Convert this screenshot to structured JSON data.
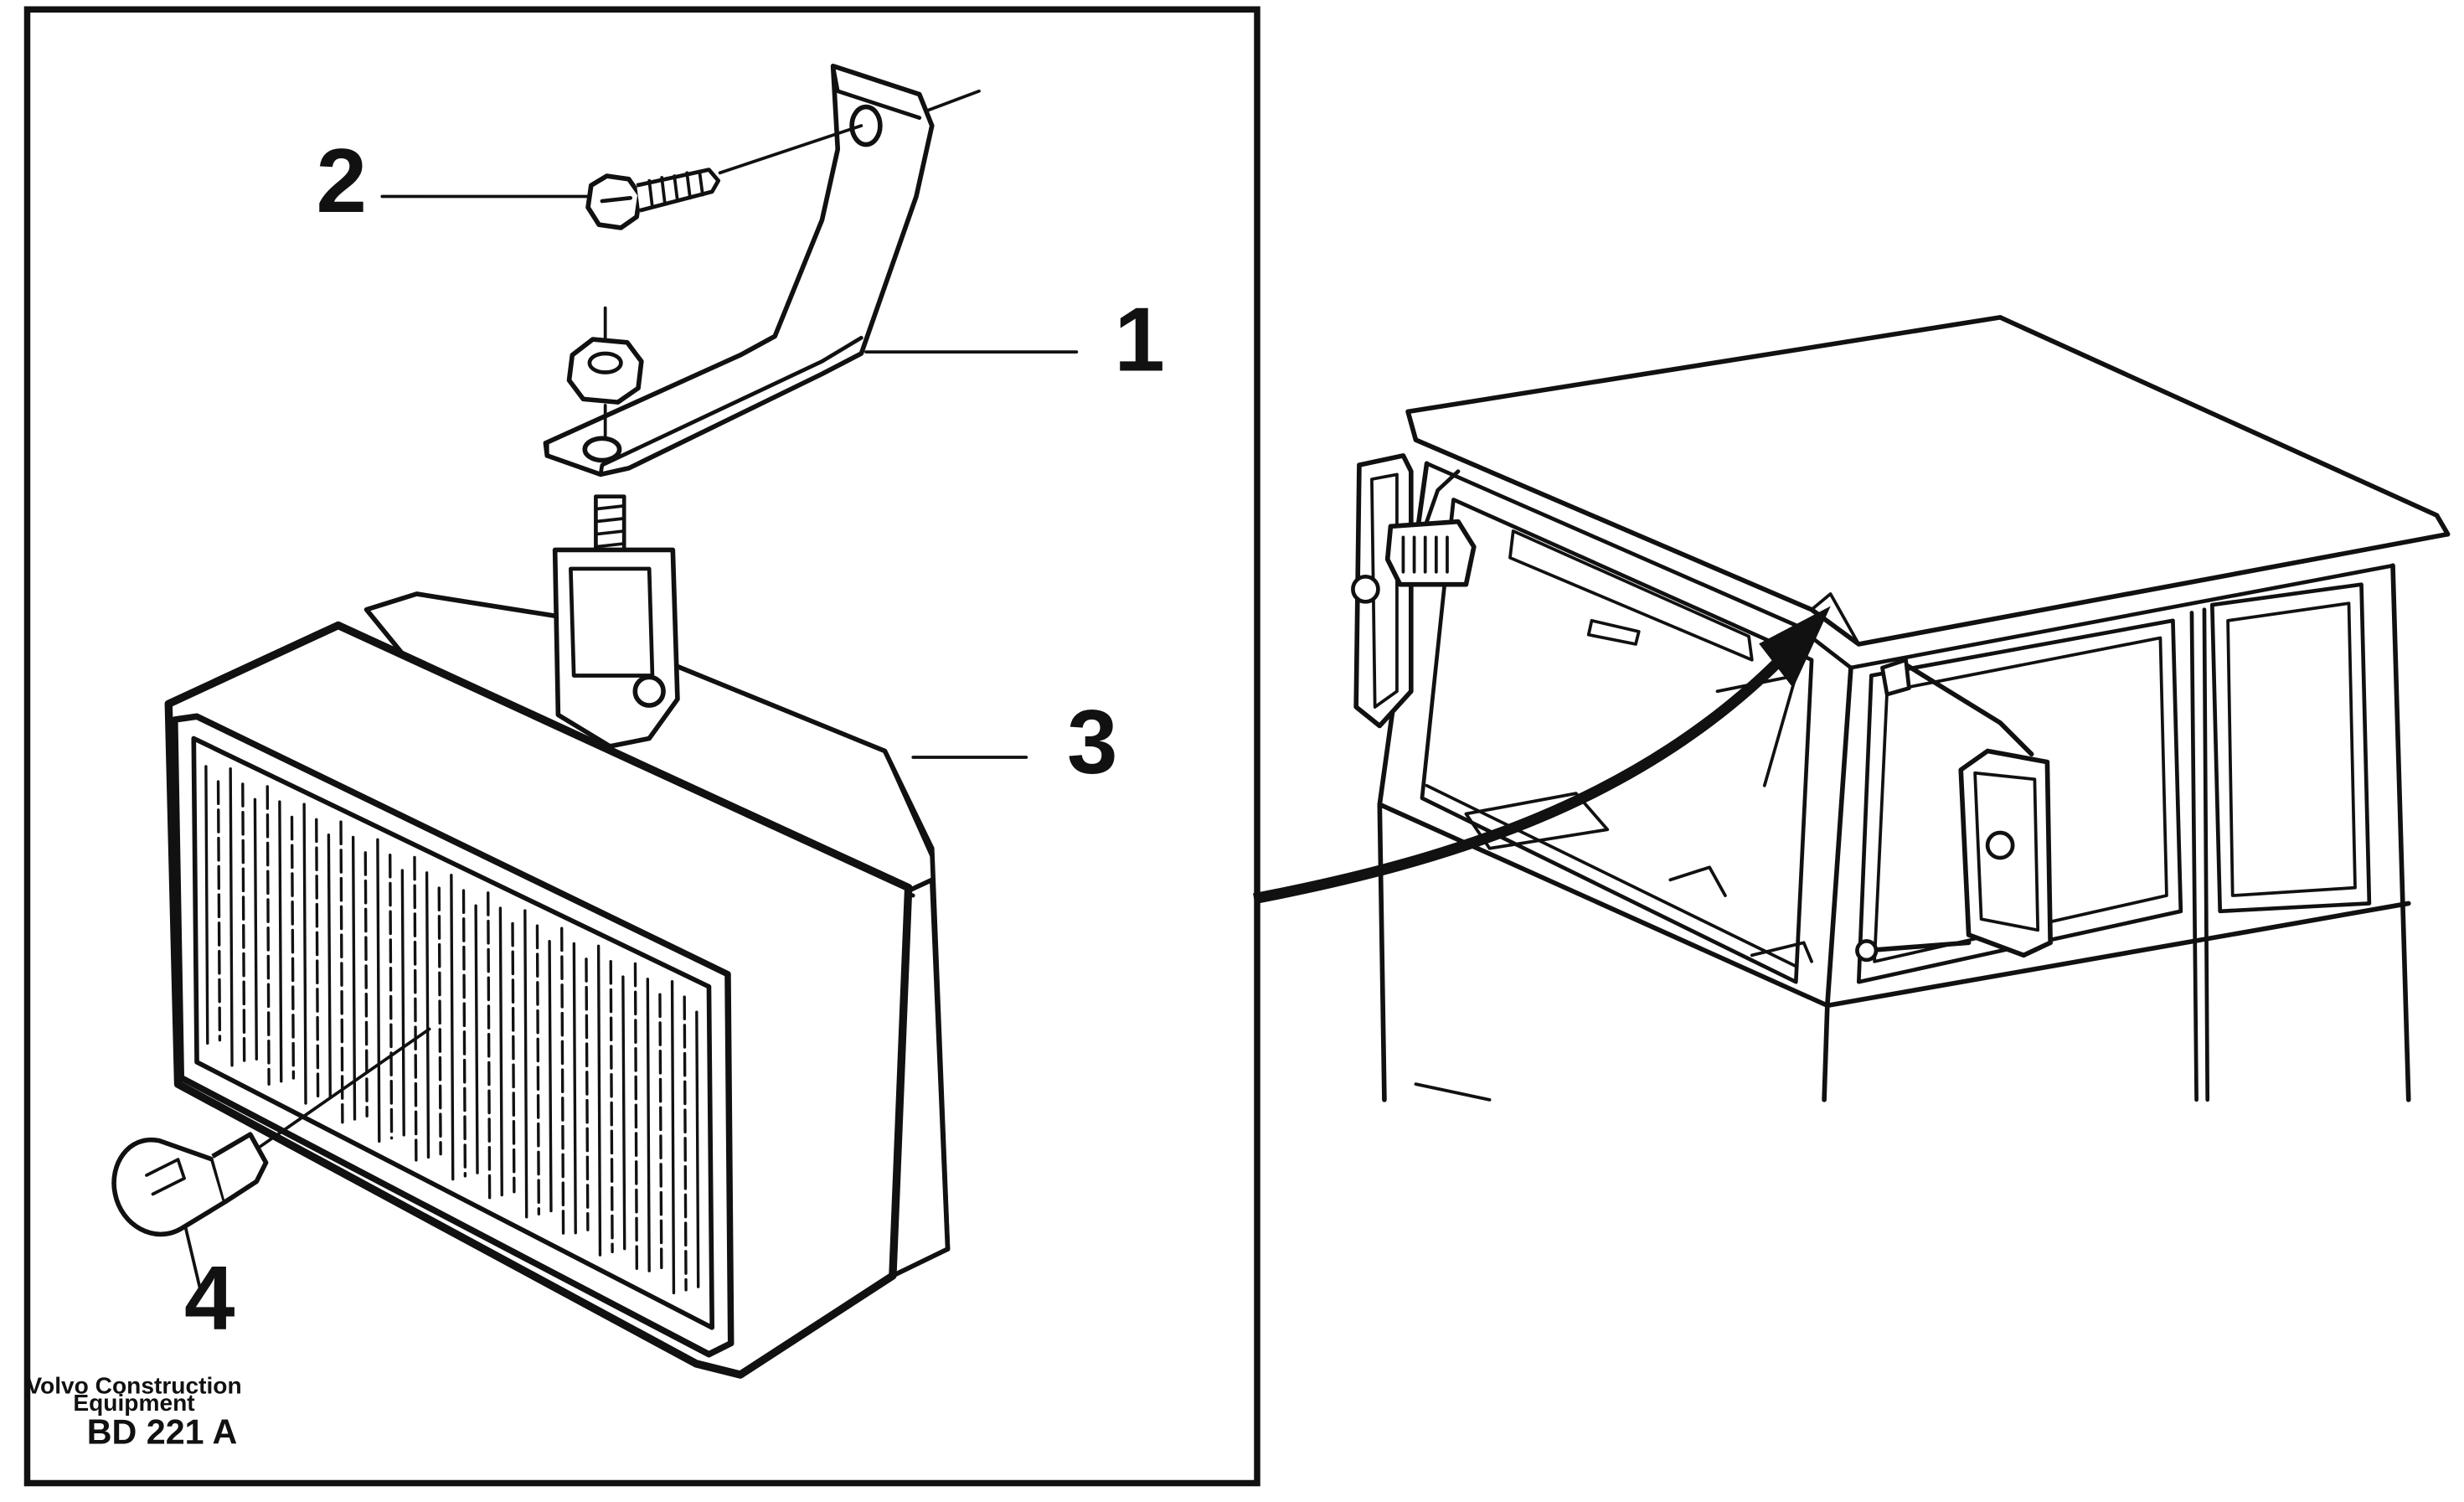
{
  "callouts": {
    "c1": "1",
    "c2": "2",
    "c3": "3",
    "c4": "4"
  },
  "credit": {
    "line1": "Volvo Construction",
    "line2": "Equipment",
    "code": "BD 221 A"
  },
  "colors": {
    "ink": "#111111",
    "paper": "#ffffff"
  }
}
